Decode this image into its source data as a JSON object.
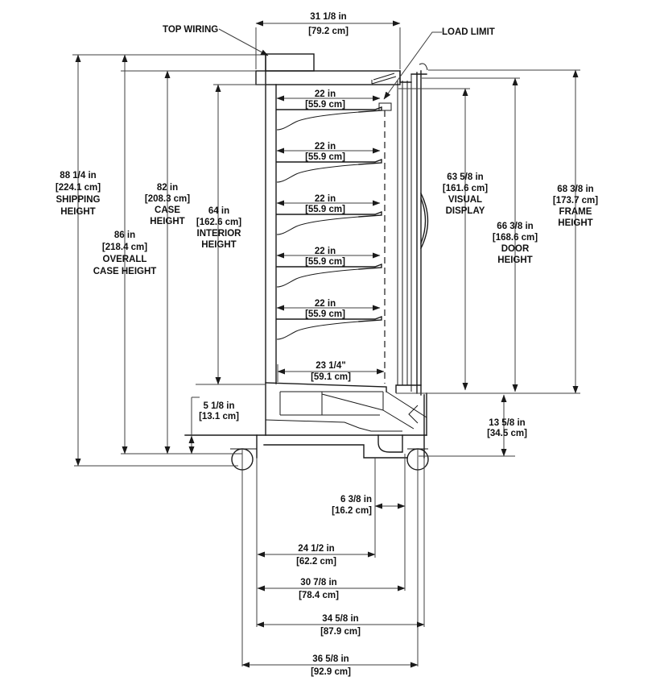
{
  "drawing_type": "refrigerated display case side elevation / cross-section",
  "callouts": {
    "top_wiring": "TOP WIRING",
    "load_limit": "LOAD LIMIT"
  },
  "dims": {
    "top_depth": {
      "primary": "31 1/8 in",
      "metric": "[79.2 cm]"
    },
    "shipping_height": {
      "primary": "88 1/4 in",
      "metric": "[224.1 cm]",
      "caption": [
        "SHIPPING",
        "HEIGHT"
      ]
    },
    "overall_case_height": {
      "primary": "86 in",
      "metric": "[218.4 cm]",
      "caption": [
        "OVERALL",
        "CASE HEIGHT"
      ]
    },
    "case_height": {
      "primary": "82 in",
      "metric": "[208.3 cm]",
      "caption": [
        "CASE",
        "HEIGHT"
      ]
    },
    "interior_height": {
      "primary": "64 in",
      "metric": "[162.6 cm]",
      "caption": [
        "INTERIOR",
        "HEIGHT"
      ]
    },
    "shelf_depth": {
      "primary": "22 in",
      "metric": "[55.9 cm]"
    },
    "visual_display": {
      "primary": "63 5/8 in",
      "metric": "[161.6 cm]",
      "caption": [
        "VISUAL",
        "DISPLAY"
      ]
    },
    "door_height": {
      "primary": "66 3/8 in",
      "metric": "[168.6 cm]",
      "caption": [
        "DOOR",
        "HEIGHT"
      ]
    },
    "frame_height": {
      "primary": "68 3/8 in",
      "metric": "[173.7 cm]",
      "caption": [
        "FRAME",
        "HEIGHT"
      ]
    },
    "bottom_shelf_depth": {
      "primary": "23 1/4\"",
      "metric": "[59.1 cm]"
    },
    "base_height": {
      "primary": "5 1/8 in",
      "metric": "[13.1 cm]"
    },
    "door_bottom_clearance": {
      "primary": "13 5/8 in",
      "metric": "[34.5 cm]"
    },
    "caster_offset": {
      "primary": "6 3/8 in",
      "metric": "[16.2 cm]"
    },
    "base_width": {
      "primary": "24 1/2 in",
      "metric": "[62.2 cm]"
    },
    "base_depth": {
      "primary": "30 7/8 in",
      "metric": "[78.4 cm]"
    },
    "depth_over_casters": {
      "primary": "34 5/8 in",
      "metric": "[87.9 cm]"
    },
    "overall_depth": {
      "primary": "36 5/8 in",
      "metric": "[92.9 cm]"
    }
  }
}
